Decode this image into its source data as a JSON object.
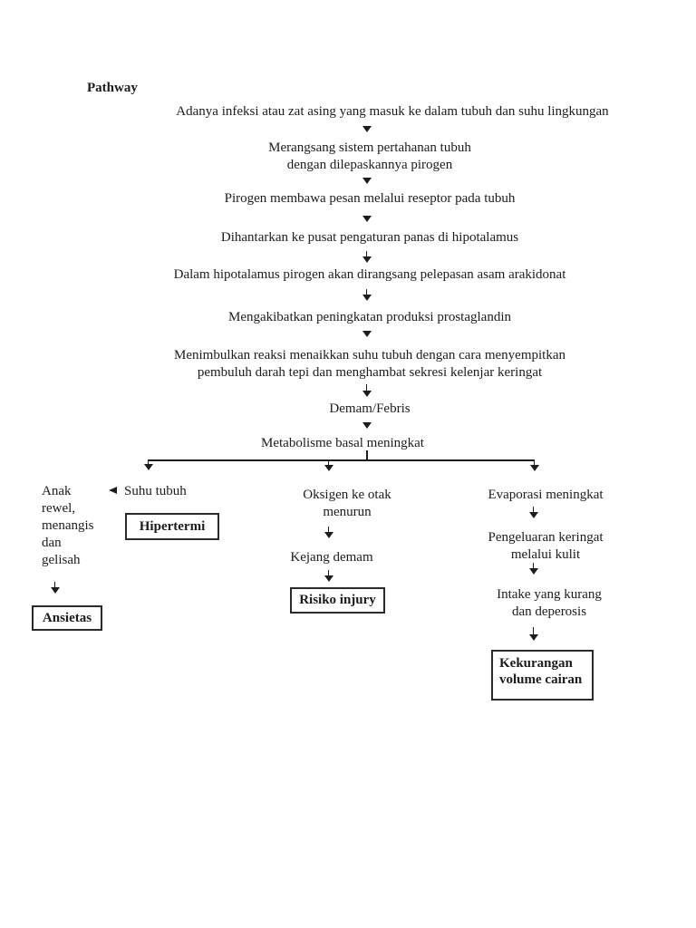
{
  "title": "Pathway",
  "colors": {
    "background": "#ffffff",
    "text": "#1c1c1c",
    "line": "#1c1c1c"
  },
  "chain": {
    "step1": "Adanya infeksi atau zat asing yang masuk ke dalam tubuh dan suhu lingkungan",
    "step2a": "Merangsang sistem pertahanan tubuh",
    "step2b": "dengan dilepaskannya pirogen",
    "step3": "Pirogen membawa pesan melalui reseptor pada tubuh",
    "step4": "Dihantarkan ke pusat pengaturan panas di hipotalamus",
    "step5": "Dalam hipotalamus pirogen akan dirangsang pelepasan asam arakidonat",
    "step6": "Mengakibatkan peningkatan produksi prostaglandin",
    "step7a": "Menimbulkan reaksi menaikkan suhu tubuh dengan cara menyempitkan",
    "step7b": "pembuluh darah tepi dan menghambat sekresi kelenjar keringat",
    "step8": "Demam/Febris",
    "step9": "Metabolisme basal meningkat"
  },
  "branch_left": {
    "side_note_lines": [
      "Anak",
      "rewel,",
      "menangis",
      "dan",
      "gelisah"
    ],
    "label": "Suhu tubuh",
    "diagnosis": "Hipertermi",
    "diagnosis2": "Ansietas"
  },
  "branch_middle": {
    "step1a": "Oksigen ke otak",
    "step1b": "menurun",
    "step2": "Kejang demam",
    "diagnosis": "Risiko injury"
  },
  "branch_right": {
    "step1": "Evaporasi meningkat",
    "step2a": "Pengeluaran keringat",
    "step2b": "melalui kulit",
    "step3a": "Intake yang kurang",
    "step3b": "dan deperosis",
    "diagnosis_line1": "Kekurangan",
    "diagnosis_line2": "volume cairan"
  }
}
